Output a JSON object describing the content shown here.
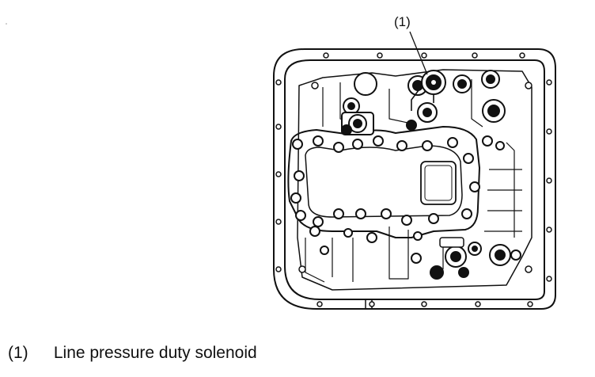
{
  "figure": {
    "callout": "(1)",
    "legend": [
      {
        "number": "(1)",
        "text": "Line pressure duty solenoid"
      }
    ]
  },
  "colors": {
    "ink": "#111111",
    "background": "#ffffff"
  }
}
